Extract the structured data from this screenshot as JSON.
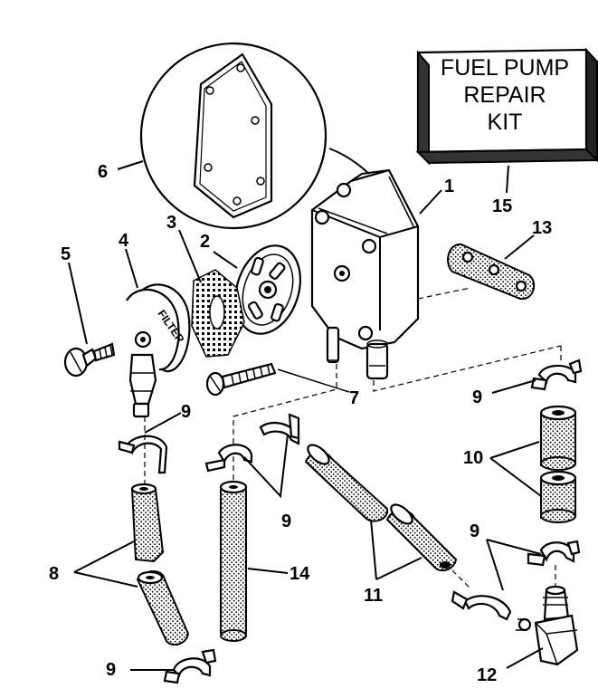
{
  "kit_label": {
    "line1": "FUEL PUMP",
    "line2": "REPAIR",
    "line3": "KIT"
  },
  "filter_text": "FILTER",
  "callouts": {
    "c1": "1",
    "c2": "2",
    "c3": "3",
    "c4": "4",
    "c5": "5",
    "c6": "6",
    "c7": "7",
    "c8": "8",
    "c9a": "9",
    "c9b": "9",
    "c9c": "9",
    "c9d": "9",
    "c9e": "9",
    "c10": "10",
    "c11": "11",
    "c12": "12",
    "c13": "13",
    "c14": "14",
    "c15": "15"
  },
  "colors": {
    "ink": "#000000",
    "paper": "#ffffff",
    "kit_shade": "#333333"
  }
}
